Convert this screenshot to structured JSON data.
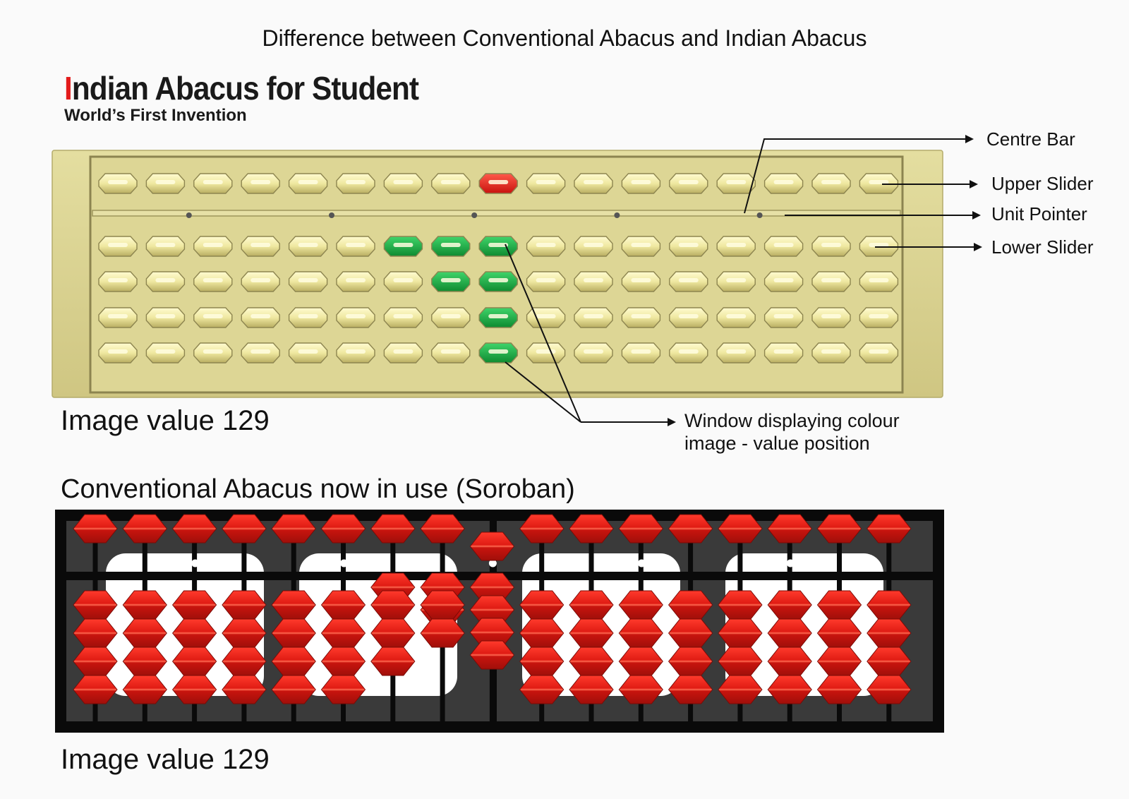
{
  "header": {
    "title": "Difference between Conventional Abacus and Indian Abacus"
  },
  "brand": {
    "first_letter": "I",
    "rest": "ndian Abacus for Student",
    "subtitle": "World’s First Invention"
  },
  "indian_abacus": {
    "columns": 17,
    "upper_bead_states": [
      "off",
      "off",
      "off",
      "off",
      "off",
      "off",
      "off",
      "off",
      "on",
      "off",
      "off",
      "off",
      "off",
      "off",
      "off",
      "off",
      "off"
    ],
    "lower_beads_on": [
      0,
      0,
      0,
      0,
      0,
      0,
      1,
      2,
      4,
      0,
      0,
      0,
      0,
      0,
      0,
      0,
      0
    ],
    "unit_pointer_columns": [
      2,
      5,
      8,
      11,
      14
    ],
    "colors": {
      "frame": "#d6cf8c",
      "bead_off": "#f0e9a2",
      "bead_upper_on": "#e8201e",
      "bead_lower_on": "#1aa83f"
    },
    "value_label": "Image value 129"
  },
  "callouts": {
    "centre_bar": "Centre Bar",
    "upper_slider": "Upper Slider",
    "unit_pointer": "Unit Pointer",
    "lower_slider": "Lower Slider",
    "window_line1": "Window displaying colour",
    "window_line2": "image - value position"
  },
  "soroban": {
    "title": "Conventional Abacus  now in use (Soroban)",
    "columns": 17,
    "heaven_bead_down": [
      0,
      0,
      0,
      0,
      0,
      0,
      0,
      0,
      1,
      0,
      0,
      0,
      0,
      0,
      0,
      0,
      0
    ],
    "earth_beads_up": [
      0,
      0,
      0,
      0,
      0,
      0,
      1,
      2,
      4,
      0,
      0,
      0,
      0,
      0,
      0,
      0,
      0
    ],
    "unit_dot_columns": [
      2,
      5,
      8,
      11,
      14
    ],
    "colors": {
      "frame": "#0a0a0a",
      "panel": "#3a3a3a",
      "bead": "#d91a14"
    },
    "value_label": "Image value 129"
  }
}
